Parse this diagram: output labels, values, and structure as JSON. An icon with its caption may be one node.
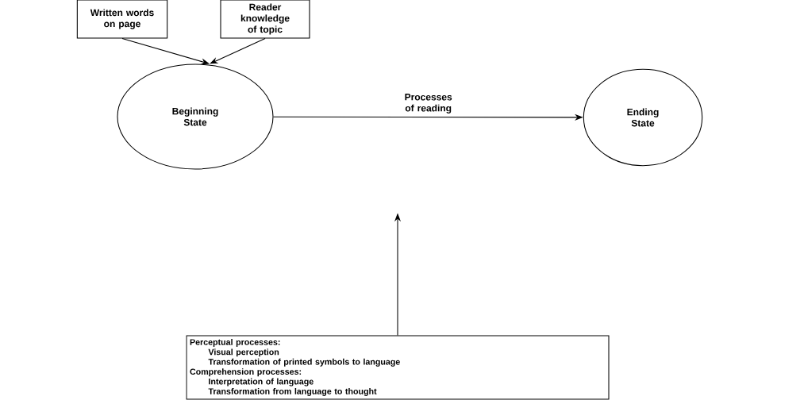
{
  "diagram": {
    "nodes": [
      {
        "text": [
          "Written words on page"
        ]
      },
      {
        "text": [
          "Reader knowledge of topic"
        ]
      },
      {
        "text": [
          "Beginning State"
        ]
      },
      {
        "text": [
          "Ending State"
        ]
      },
      {
        "text": [
          "Perceptual processes:",
          "Visual perception",
          "Transformation of printed symbols to language",
          "Comprehension processes:",
          "Interpretation of language",
          "Transformation from language to thought"
        ]
      }
    ],
    "edges": [
      {
        "from": 0,
        "to": 2,
        "arrow": "to"
      },
      {
        "from": 1,
        "to": 2,
        "arrow": "to"
      },
      {
        "from": 2,
        "to": 3,
        "arrow": "to",
        "label": "Processes of reading"
      },
      {
        "from": 4,
        "to": null,
        "arrow": "to"
      }
    ]
  }
}
